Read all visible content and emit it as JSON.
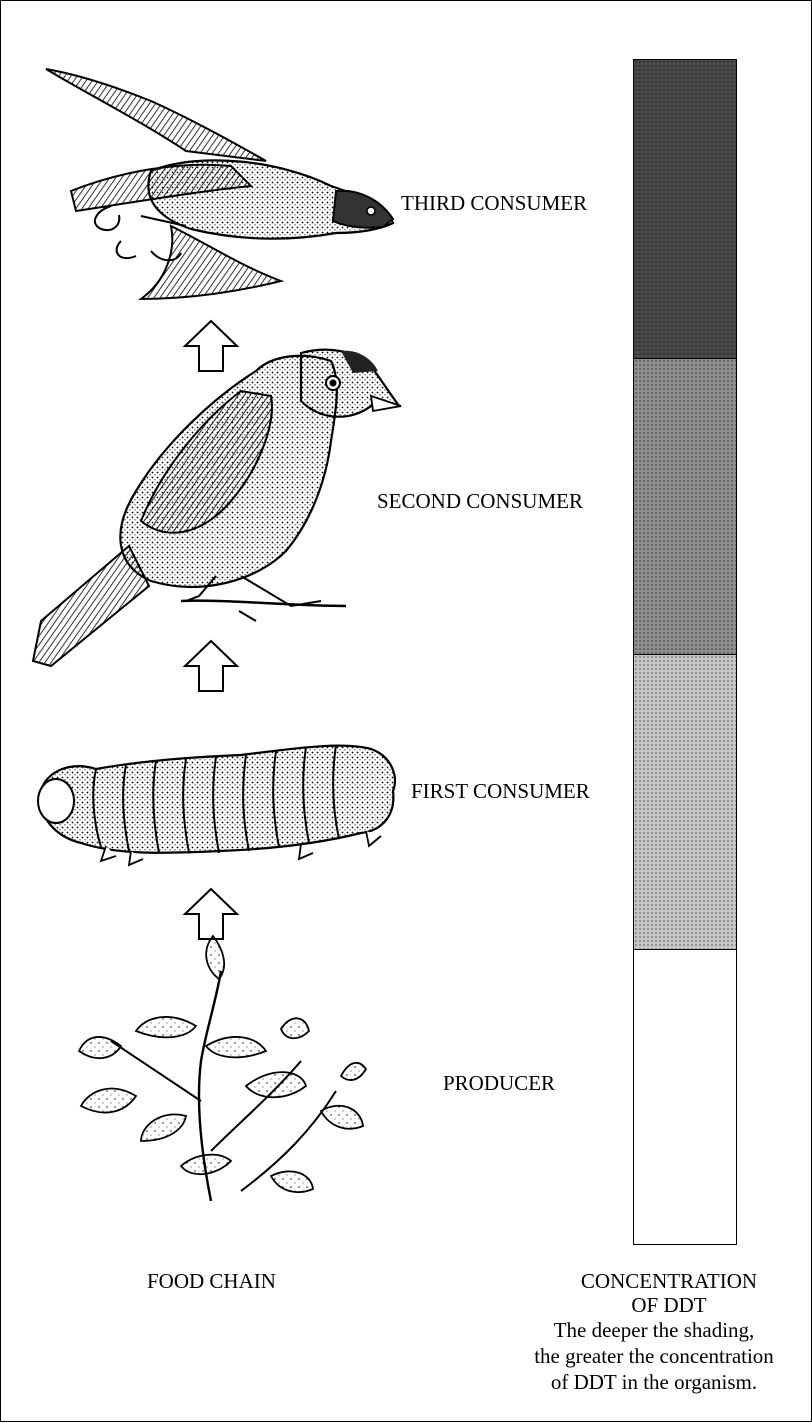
{
  "levels": {
    "third": "THIRD CONSUMER",
    "second": "SECOND CONSUMER",
    "first": "FIRST CONSUMER",
    "producer": "PRODUCER"
  },
  "footer": {
    "food_chain": "FOOD CHAIN",
    "concentration_line1": "CONCENTRATION",
    "concentration_line2": "OF DDT",
    "note_line1": "The deeper the shading,",
    "note_line2": "the greater the concentration",
    "note_line3": "of DDT in the organism."
  },
  "ddt_bar": {
    "segments": [
      {
        "level": "THIRD CONSUMER",
        "shade": "#4a4a4a"
      },
      {
        "level": "SECOND CONSUMER",
        "shade": "#8e8e8e"
      },
      {
        "level": "FIRST CONSUMER",
        "shade": "#c6c6c6"
      },
      {
        "level": "PRODUCER",
        "shade": "#ffffff"
      }
    ]
  }
}
